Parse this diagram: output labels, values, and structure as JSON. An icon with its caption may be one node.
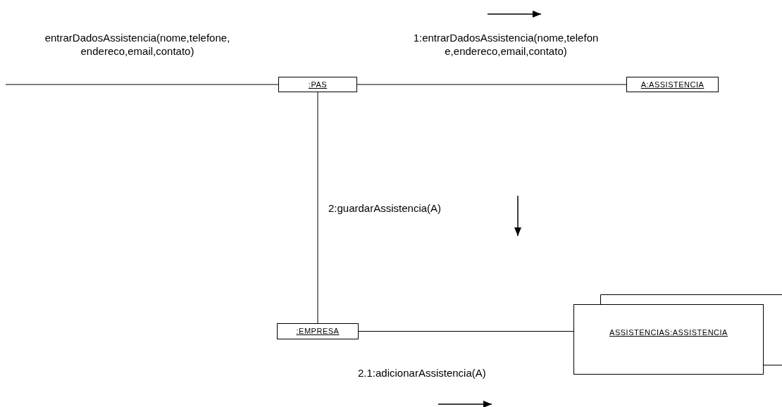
{
  "diagram": {
    "nodes": [
      {
        "text": [
          ":PAS"
        ]
      },
      {
        "text": [
          "A:ASSISTENCIA"
        ]
      },
      {
        "text": [
          ":EMPRESA"
        ]
      },
      {
        "text": [
          "ASSISTENCIAS:ASSISTENCIA"
        ]
      }
    ],
    "edges": [
      {
        "from": null,
        "to": 0,
        "arrow": "none",
        "label": "entrarDadosAssistencia(nome,telefone, endereco,email,contato)"
      },
      {
        "from": 0,
        "to": 1,
        "arrow": "none",
        "label": "1:entrarDadosAssistencia(nome,telefon e,endereco,email,contato)"
      },
      {
        "from": 0,
        "to": 2,
        "arrow": "none",
        "label": "2:guardarAssistencia(A)"
      },
      {
        "from": 2,
        "to": 3,
        "arrow": "none",
        "label": "2.1:adicionarAssistencia(A)"
      }
    ]
  }
}
